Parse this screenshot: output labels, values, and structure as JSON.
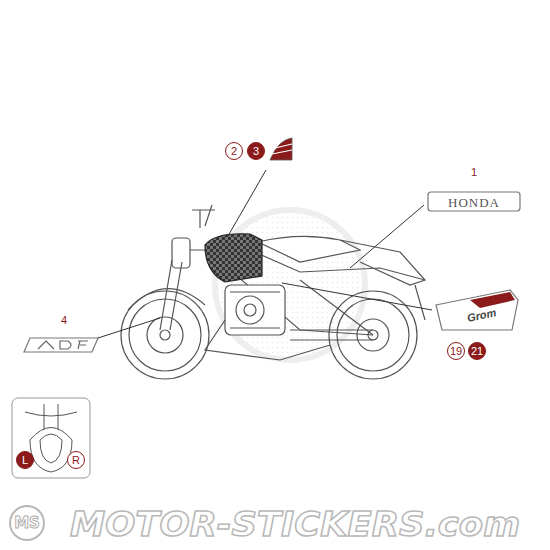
{
  "diagram": {
    "labels": [
      "1",
      "2",
      "3",
      "4",
      "19",
      "21",
      "HONDA",
      "Grom",
      "L",
      "R",
      "MS",
      "MOTOR-STICKERS.com"
    ]
  }
}
